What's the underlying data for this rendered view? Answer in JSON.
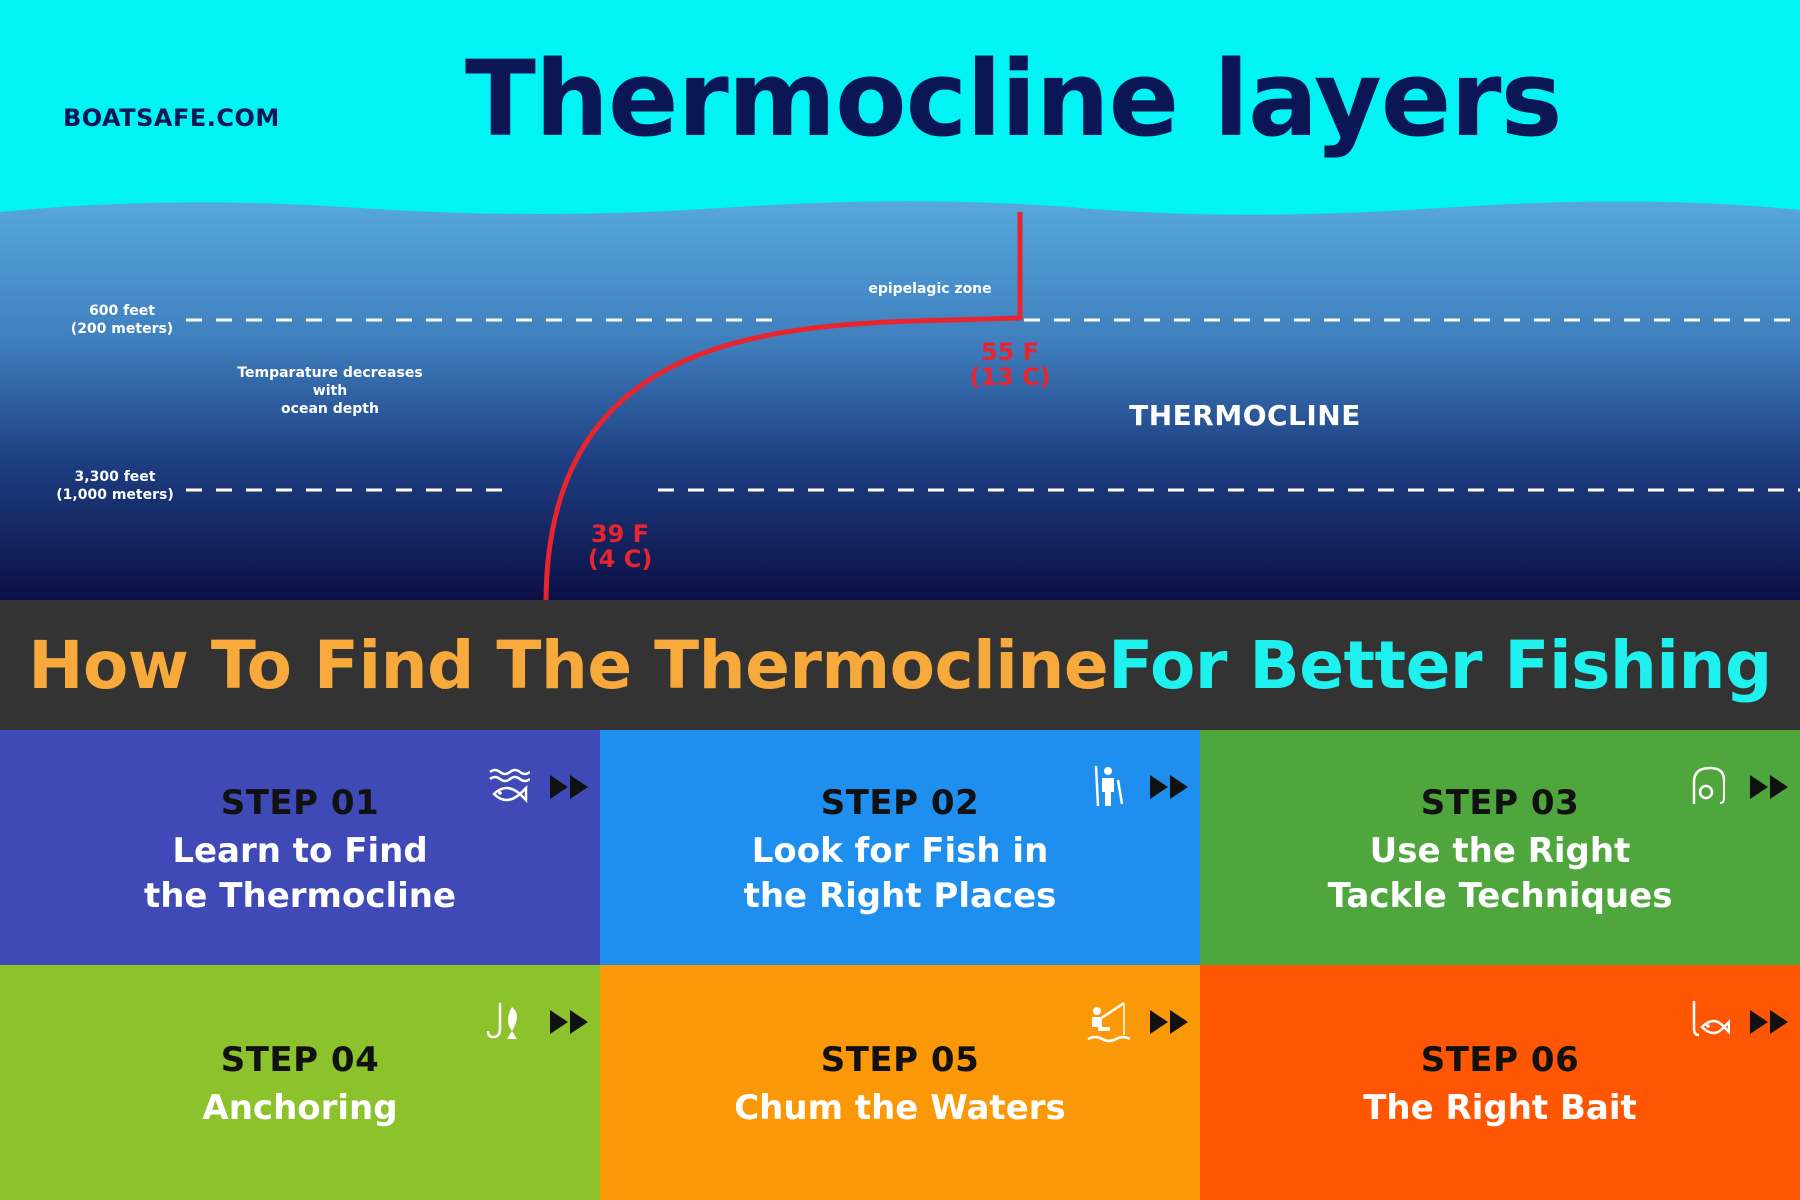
{
  "header": {
    "brand": "BOATSAFE.COM",
    "title": "Thermocline layers"
  },
  "diagram": {
    "depth_600_line1": "600 feet",
    "depth_600_line2": "(200 meters)",
    "depth_3300_line1": "3,300 feet",
    "depth_3300_line2": "(1,000 meters)",
    "temp_note_line1": "Temparature decreases with",
    "temp_note_line2": "ocean depth",
    "zone_label": "epipelagic zone",
    "thermocline_label": "THERMOCLINE",
    "temp_upper_f": "55 F",
    "temp_upper_c": "(13 C)",
    "temp_lower_f": "39 F",
    "temp_lower_c": "(4 C)"
  },
  "colors": {
    "sky": "#00f4f4",
    "water_top": "#56a8de",
    "water_bottom": "#0b0f45",
    "curve": "#e8252f",
    "banner_bg": "#333333",
    "banner_orange": "#f7a93b",
    "banner_cyan": "#1ff2ee"
  },
  "banner": {
    "part1": "How To Find The Thermocline ",
    "part2": "For Better Fishing"
  },
  "steps": [
    {
      "num": "STEP 01",
      "desc": "Learn to Find\nthe Thermocline",
      "color": "#3f4ab7",
      "icon": "fish-waves-icon"
    },
    {
      "num": "STEP 02",
      "desc": "Look for Fish in\nthe Right Places",
      "color": "#1e8fee",
      "icon": "fisherman-standing-icon"
    },
    {
      "num": "STEP 03",
      "desc": "Use the Right\nTackle Techniques",
      "color": "#4ea63c",
      "icon": "fishing-reel-icon"
    },
    {
      "num": "STEP 04",
      "desc": "Anchoring",
      "color": "#8cc22c",
      "icon": "fish-hook-icon"
    },
    {
      "num": "STEP 05",
      "desc": "Chum the Waters",
      "color": "#fb9807",
      "icon": "fisherman-sitting-icon"
    },
    {
      "num": "STEP 06",
      "desc": "The Right Bait",
      "color": "#fe5602",
      "icon": "hooked-fish-icon"
    }
  ]
}
